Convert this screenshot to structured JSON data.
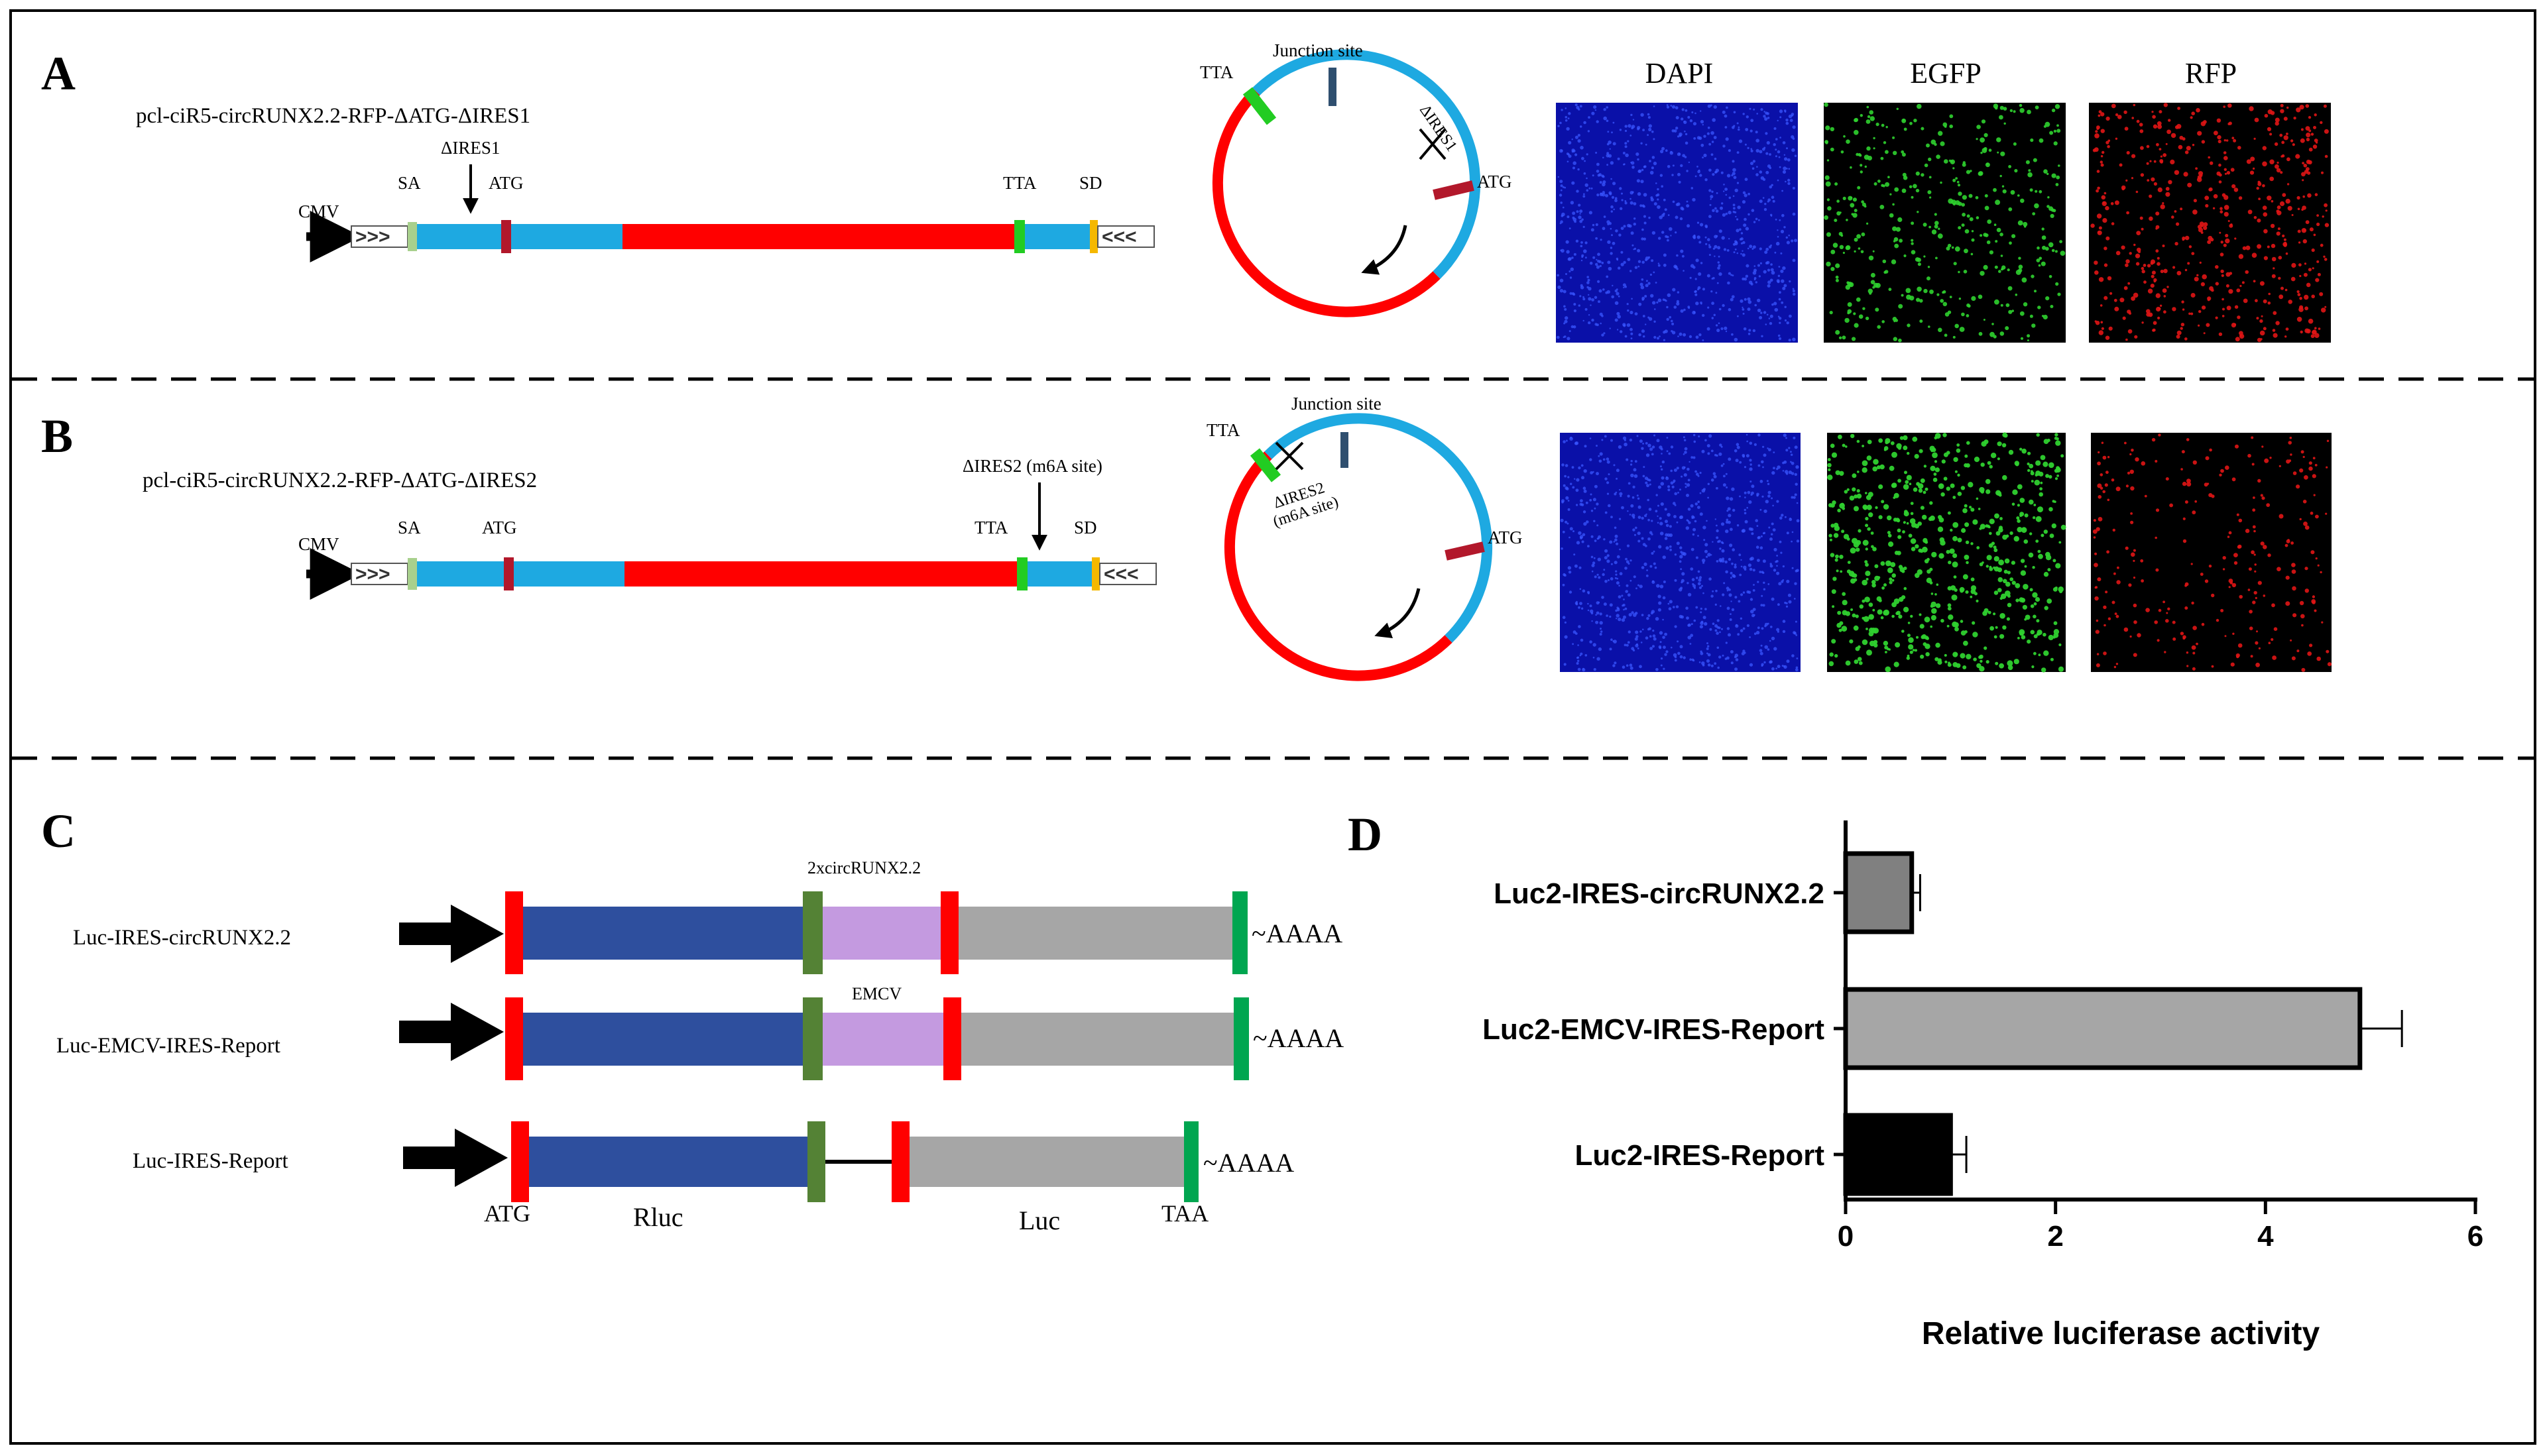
{
  "panels": {
    "a": {
      "letter": "A",
      "construct_name": "pcl-ciR5-circRUNX2.2-RFP-ΔATG-ΔIRES1",
      "cmv": "CMV",
      "sa": "SA",
      "atg": "ATG",
      "tta": "TTA",
      "sd": "SD",
      "deletion": "ΔIRES1",
      "circle_junction": "Junction site",
      "circle_tta": "TTA",
      "circle_atg": "ATG",
      "circle_deletion": "ΔIRES1"
    },
    "b": {
      "letter": "B",
      "construct_name": "pcl-ciR5-circRUNX2.2-RFP-ΔATG-ΔIRES2",
      "cmv": "CMV",
      "sa": "SA",
      "atg": "ATG",
      "tta": "TTA",
      "sd": "SD",
      "deletion": "ΔIRES2 (m6A site)",
      "circle_junction": "Junction site",
      "circle_tta": "TTA",
      "circle_atg": "ATG",
      "circle_deletion_1": "ΔIRES2",
      "circle_deletion_2": "(m6A site)"
    },
    "images": {
      "dapi": "DAPI",
      "egfp": "EGFP",
      "rfp": "RFP"
    },
    "c": {
      "letter": "C",
      "rows": [
        {
          "label": "Luc-IRES-circRUNX2.2",
          "insert": "2xcircRUNX2.2",
          "tail": "~AAAA"
        },
        {
          "label": "Luc-EMCV-IRES-Report",
          "insert": "EMCV",
          "tail": "~AAAA"
        },
        {
          "label": "Luc-IRES-Report",
          "insert": "",
          "tail": "~AAAA"
        }
      ],
      "atg": "ATG",
      "rluc": "Rluc",
      "luc": "Luc",
      "taa": "TAA"
    },
    "d": {
      "letter": "D"
    }
  },
  "colors": {
    "cyan": "#1ea9e1",
    "red": "#ff0000",
    "dark_red": "#b2182b",
    "light_green": "#a8d08d",
    "bright_green": "#22cc22",
    "orange": "#f5b800",
    "navy": "#2e4f9e",
    "olive_green": "#548235",
    "lavender": "#c49ae0",
    "gray_bar": "#a6a6a6",
    "dapi": "#1b2fd6",
    "egfp": "#2fd12f",
    "rfp": "#e01515"
  },
  "chart_data": {
    "type": "bar",
    "orientation": "horizontal",
    "categories": [
      "Luc2-IRES-circRUNX2.2",
      "Luc2-EMCV-IRES-Report",
      "Luc2-IRES-Report"
    ],
    "values": [
      0.63,
      4.9,
      1.0
    ],
    "errors": [
      0.08,
      0.4,
      0.15
    ],
    "bar_colors": [
      "#808080",
      "#a6a6a6",
      "#000000"
    ],
    "xlabel": "Relative luciferase activity",
    "xlim": [
      0,
      6
    ],
    "xticks": [
      0,
      2,
      4,
      6
    ],
    "grid": false
  }
}
